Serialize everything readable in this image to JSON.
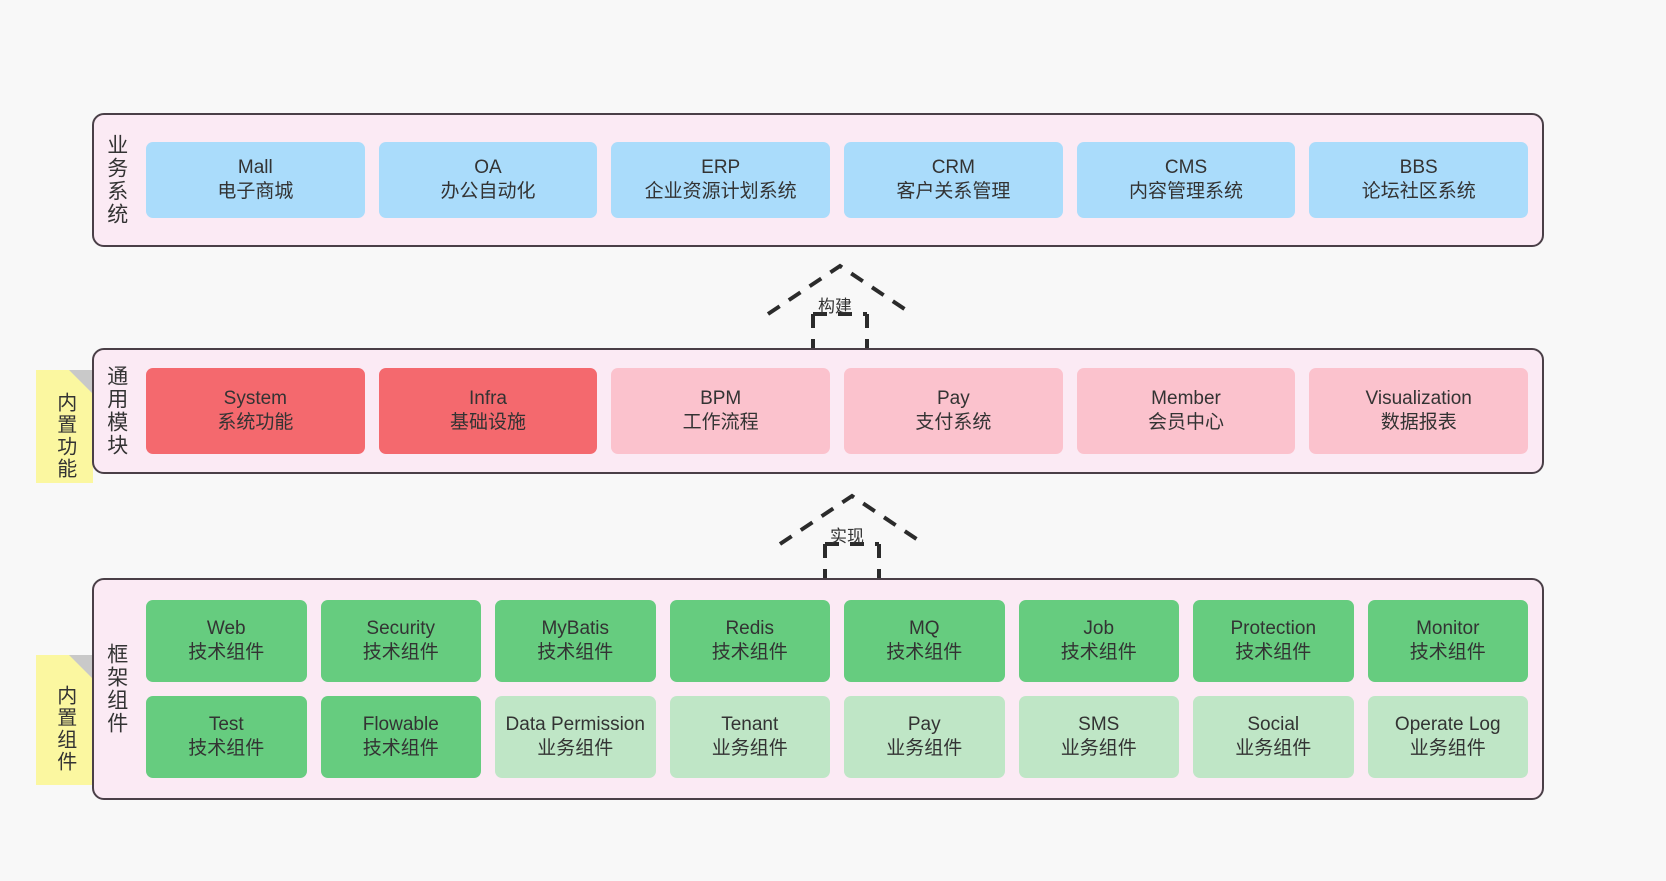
{
  "diagram": {
    "title": "",
    "colors": {
      "background": "#f8f8f8",
      "layer_fill": "#fbeaf4",
      "layer_border": "#4a3f47",
      "blue": "#aadcfb",
      "red": "#f4696e",
      "pink": "#fbc2cd",
      "green": "#66cc7f",
      "light_green": "#bfe6c6",
      "note_yellow": "#fbf7a0",
      "note_fold": "#c9c9c9"
    }
  },
  "layers": [
    {
      "id": "business-systems",
      "title": "业务系统",
      "rows": [
        {
          "cells": [
            {
              "en": "Mall",
              "cn": "电子商城",
              "color": "blue"
            },
            {
              "en": "OA",
              "cn": "办公自动化",
              "color": "blue"
            },
            {
              "en": "ERP",
              "cn": "企业资源计划系统",
              "color": "blue"
            },
            {
              "en": "CRM",
              "cn": "客户关系管理",
              "color": "blue"
            },
            {
              "en": "CMS",
              "cn": "内容管理系统",
              "color": "blue"
            },
            {
              "en": "BBS",
              "cn": "论坛社区系统",
              "color": "blue"
            }
          ]
        }
      ]
    },
    {
      "id": "common-modules",
      "title": "通用模块",
      "note": "内置功能",
      "rows": [
        {
          "cells": [
            {
              "en": "System",
              "cn": "系统功能",
              "color": "red"
            },
            {
              "en": "Infra",
              "cn": "基础设施",
              "color": "red"
            },
            {
              "en": "BPM",
              "cn": "工作流程",
              "color": "pink"
            },
            {
              "en": "Pay",
              "cn": "支付系统",
              "color": "pink"
            },
            {
              "en": "Member",
              "cn": "会员中心",
              "color": "pink"
            },
            {
              "en": "Visualization",
              "cn": "数据报表",
              "color": "pink"
            }
          ]
        }
      ]
    },
    {
      "id": "framework-components",
      "title": "框架组件",
      "note": "内置组件",
      "rows": [
        {
          "cells": [
            {
              "en": "Web",
              "cn": "技术组件",
              "color": "green"
            },
            {
              "en": "Security",
              "cn": "技术组件",
              "color": "green"
            },
            {
              "en": "MyBatis",
              "cn": "技术组件",
              "color": "green"
            },
            {
              "en": "Redis",
              "cn": "技术组件",
              "color": "green"
            },
            {
              "en": "MQ",
              "cn": "技术组件",
              "color": "green"
            },
            {
              "en": "Job",
              "cn": "技术组件",
              "color": "green"
            },
            {
              "en": "Protection",
              "cn": "技术组件",
              "color": "green"
            },
            {
              "en": "Monitor",
              "cn": "技术组件",
              "color": "green"
            }
          ]
        },
        {
          "cells": [
            {
              "en": "Test",
              "cn": "技术组件",
              "color": "green"
            },
            {
              "en": "Flowable",
              "cn": "技术组件",
              "color": "green"
            },
            {
              "en": "Data Permission",
              "cn": "业务组件",
              "color": "light_green"
            },
            {
              "en": "Tenant",
              "cn": "业务组件",
              "color": "light_green"
            },
            {
              "en": "Pay",
              "cn": "业务组件",
              "color": "light_green"
            },
            {
              "en": "SMS",
              "cn": "业务组件",
              "color": "light_green"
            },
            {
              "en": "Social",
              "cn": "业务组件",
              "color": "light_green"
            },
            {
              "en": "Operate Log",
              "cn": "业务组件",
              "color": "light_green"
            }
          ]
        }
      ]
    }
  ],
  "arrows": [
    {
      "id": "build",
      "label": "构建",
      "style": "dashed-hollow-triangle-up"
    },
    {
      "id": "implement",
      "label": "实现",
      "style": "dashed-hollow-triangle-up"
    }
  ]
}
